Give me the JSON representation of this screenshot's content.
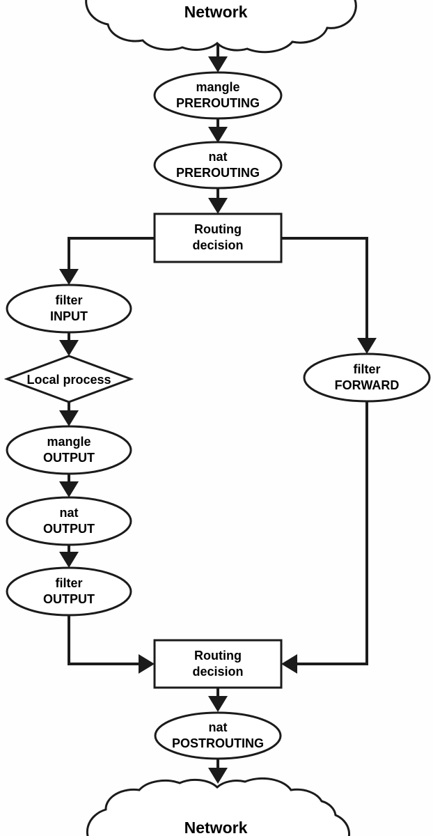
{
  "diagram": {
    "description": "Netfilter packet flow diagram",
    "colors": {
      "background": "#fefefe",
      "stroke": "#1b1b1b",
      "text": "#000000",
      "shape_fill": "#ffffff"
    },
    "nodes": {
      "network_top": {
        "shape": "cloud",
        "label": "Network"
      },
      "mangle_prerouting": {
        "shape": "ellipse",
        "line1": "mangle",
        "line2": "PREROUTING"
      },
      "nat_prerouting": {
        "shape": "ellipse",
        "line1": "nat",
        "line2": "PREROUTING"
      },
      "routing_decision_top": {
        "shape": "rectangle",
        "line1": "Routing",
        "line2": "decision"
      },
      "filter_input": {
        "shape": "ellipse",
        "line1": "filter",
        "line2": "INPUT"
      },
      "local_process": {
        "shape": "diamond",
        "label": "Local process"
      },
      "mangle_output": {
        "shape": "ellipse",
        "line1": "mangle",
        "line2": "OUTPUT"
      },
      "nat_output": {
        "shape": "ellipse",
        "line1": "nat",
        "line2": "OUTPUT"
      },
      "filter_output": {
        "shape": "ellipse",
        "line1": "filter",
        "line2": "OUTPUT"
      },
      "filter_forward": {
        "shape": "ellipse",
        "line1": "filter",
        "line2": "FORWARD"
      },
      "routing_decision_bottom": {
        "shape": "rectangle",
        "line1": "Routing",
        "line2": "decision"
      },
      "nat_postrouting": {
        "shape": "ellipse",
        "line1": "nat",
        "line2": "POSTROUTING"
      },
      "network_bottom": {
        "shape": "cloud",
        "label": "Network"
      }
    },
    "edges": [
      {
        "from": "network_top",
        "to": "mangle_prerouting"
      },
      {
        "from": "mangle_prerouting",
        "to": "nat_prerouting"
      },
      {
        "from": "nat_prerouting",
        "to": "routing_decision_top"
      },
      {
        "from": "routing_decision_top",
        "to": "filter_input"
      },
      {
        "from": "routing_decision_top",
        "to": "filter_forward"
      },
      {
        "from": "filter_input",
        "to": "local_process"
      },
      {
        "from": "local_process",
        "to": "mangle_output"
      },
      {
        "from": "mangle_output",
        "to": "nat_output"
      },
      {
        "from": "nat_output",
        "to": "filter_output"
      },
      {
        "from": "filter_output",
        "to": "routing_decision_bottom"
      },
      {
        "from": "filter_forward",
        "to": "routing_decision_bottom"
      },
      {
        "from": "routing_decision_bottom",
        "to": "nat_postrouting"
      },
      {
        "from": "nat_postrouting",
        "to": "network_bottom"
      }
    ]
  }
}
